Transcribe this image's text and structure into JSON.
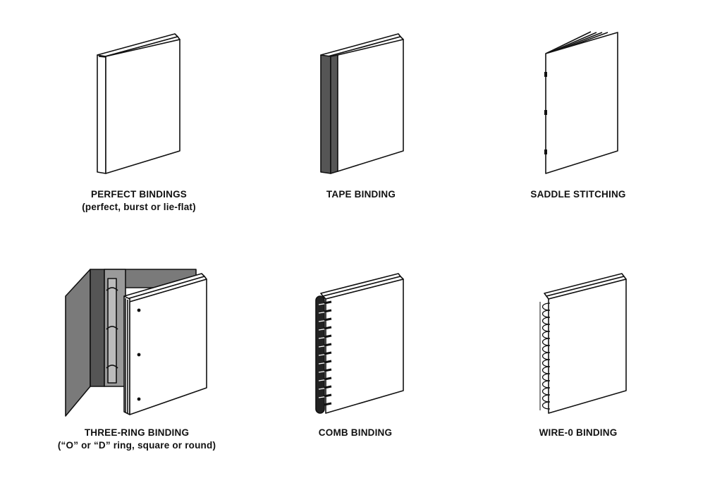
{
  "colors": {
    "outline": "#111111",
    "spine_dark": "#555555",
    "binder_grey": "#7a7a7a",
    "binder_inner": "#9a9a9a",
    "page": "#ffffff"
  },
  "items": [
    {
      "title": "PERFECT BINDINGS",
      "subtitle": "(perfect, burst or lie-flat)",
      "icon": "perfect-binding-book-icon"
    },
    {
      "title": "TAPE BINDING",
      "subtitle": "",
      "icon": "tape-binding-book-icon"
    },
    {
      "title": "SADDLE STITCHING",
      "subtitle": "",
      "icon": "saddle-stitch-booklet-icon"
    },
    {
      "title": "THREE-RING BINDING",
      "subtitle": "(“O” or “D” ring, square or round)",
      "icon": "three-ring-binder-icon"
    },
    {
      "title": "COMB BINDING",
      "subtitle": "",
      "icon": "comb-binding-book-icon"
    },
    {
      "title": "WIRE-0 BINDING",
      "subtitle": "",
      "icon": "wire-o-binding-book-icon"
    }
  ]
}
